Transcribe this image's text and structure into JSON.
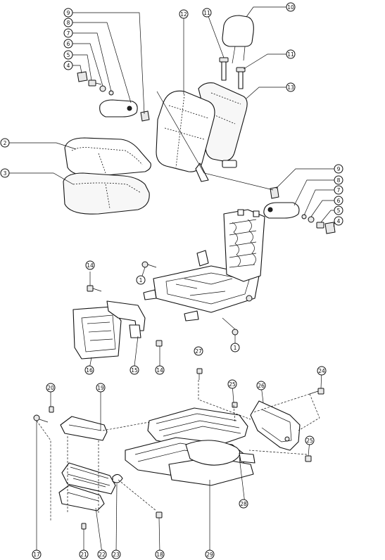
{
  "callouts": [
    "1",
    "2",
    "3",
    "4",
    "5",
    "6",
    "7",
    "8",
    "9",
    "10",
    "11",
    "12",
    "13",
    "14",
    "15",
    "16",
    "17",
    "18",
    "19",
    "20",
    "21",
    "22",
    "23",
    "24",
    "25",
    "26",
    "27",
    "28",
    "29"
  ],
  "colors": {
    "line": "#111111",
    "background": "#ffffff"
  }
}
